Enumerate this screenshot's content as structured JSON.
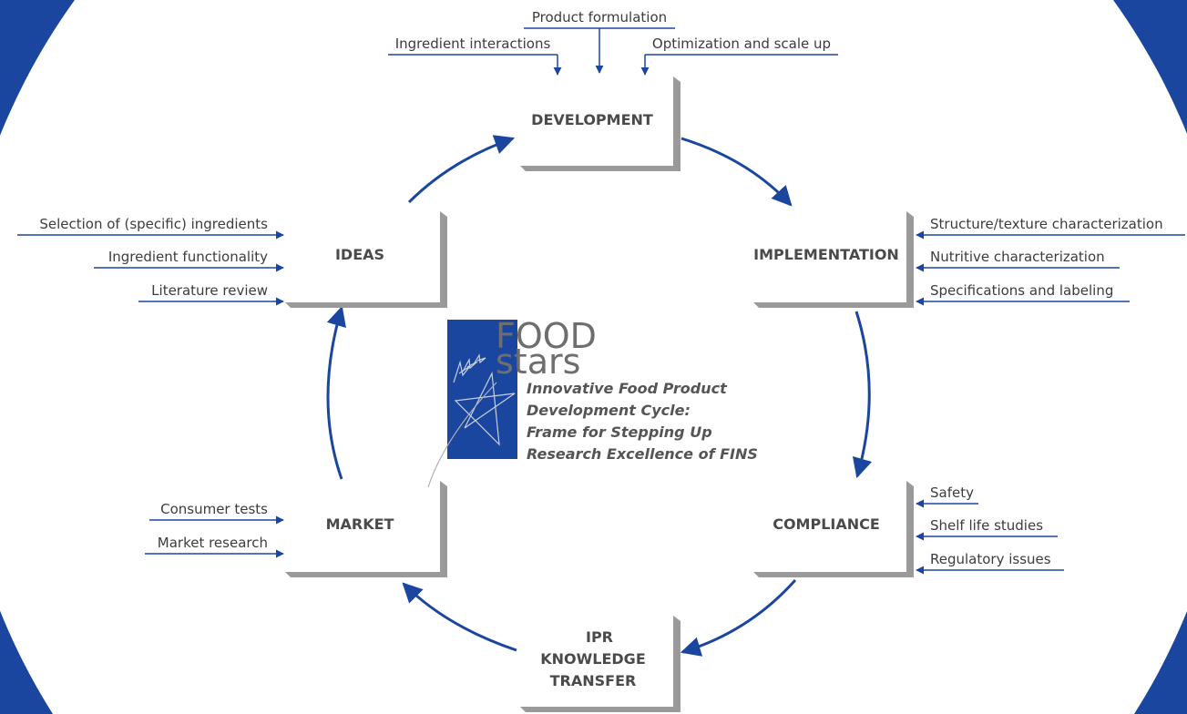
{
  "colors": {
    "brand_blue": "#1a46a0",
    "box_shadow_gray": "#9a9a9a",
    "text_dark": "#3c3c3c"
  },
  "stages": {
    "development": {
      "lines": [
        "DEVELOPMENT"
      ]
    },
    "implementation": {
      "lines": [
        "IMPLEMENTATION"
      ]
    },
    "compliance": {
      "lines": [
        "COMPLIANCE"
      ]
    },
    "ipr": {
      "lines": [
        "IPR",
        "KNOWLEDGE",
        "TRANSFER"
      ]
    },
    "market": {
      "lines": [
        "MARKET"
      ]
    },
    "ideas": {
      "lines": [
        "IDEAS"
      ]
    }
  },
  "inputs": {
    "development": [
      "Product formulation",
      "Ingredient interactions",
      "Optimization and scale up"
    ],
    "implementation": [
      "Structure/texture characterization",
      "Nutritive characterization",
      "Specifications and labeling"
    ],
    "compliance": [
      "Safety",
      "Shelf  life studies",
      "Regulatory issues"
    ],
    "market": [
      "Consumer tests",
      "Market research"
    ],
    "ideas": [
      "Selection of (specific) ingredients",
      "Ingredient functionality",
      "Literature review"
    ]
  },
  "logo": {
    "word1": "FOOD",
    "word2": "stars",
    "icon": "stars-logo-icon"
  },
  "tagline": [
    "Innovative Food Product",
    "Development Cycle:",
    "Frame for Stepping Up",
    "Research Excellence of FINS"
  ]
}
